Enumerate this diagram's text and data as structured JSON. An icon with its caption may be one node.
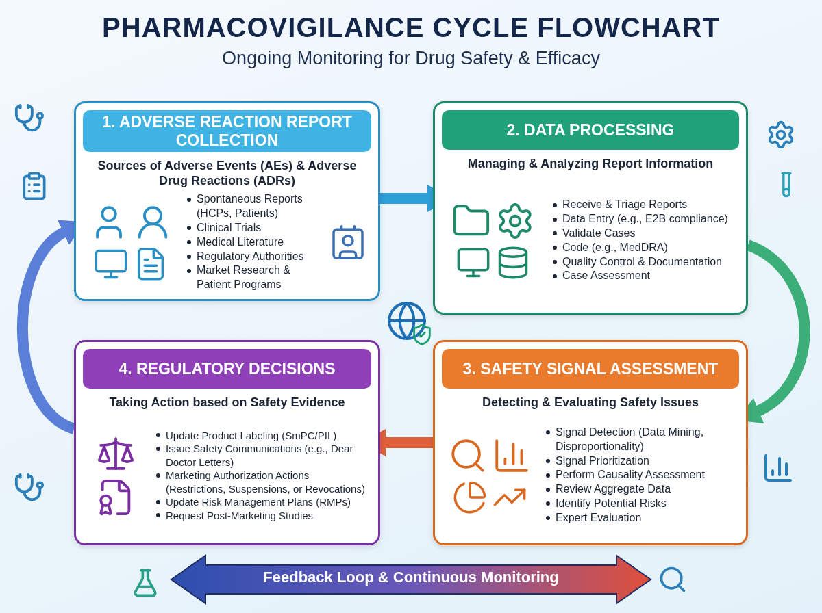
{
  "diagram": {
    "title": "PHARMACOVIGILANCE CYCLE FLOWCHART",
    "caption": "Ongoing Monitoring for Drug Safety & Efficacy",
    "nodes": [
      {
        "text": [
          "1. ADVERSE REACTION REPORT COLLECTION",
          "Sources of Adverse Events (AEs) & Adverse Drug Reactions (ADRs)",
          "Spontaneous Reports (HCPs, Patients)",
          "Clinical Trials",
          "Medical Literature",
          "Regulatory Authorities",
          "Market Research & Patient Programs"
        ]
      },
      {
        "text": [
          "2. DATA PROCESSING",
          "Managing & Analyzing Report Information",
          "Receive & Triage Reports",
          "Data Entry (e.g., E2B compliance)",
          "Validate Cases",
          "Code (e.g., MedDRA)",
          "Quality Control & Documentation",
          "Case Assessment"
        ]
      },
      {
        "text": [
          "3. SAFETY SIGNAL ASSESSMENT",
          "Detecting & Evaluating Safety Issues",
          "Signal Detection (Data Mining, Disproportionality)",
          "Signal Prioritization",
          "Perform Causality Assessment",
          "Review Aggregate Data",
          "Identify Potential Risks",
          "Expert Evaluation"
        ]
      },
      {
        "text": [
          "4. REGULATORY DECISIONS",
          "Taking Action based on Safety Evidence",
          "Update Product Labeling (SmPC/PIL)",
          "Issue Safety Communications (e.g., Dear Doctor Letters)",
          "Marketing Authorization Actions (Restrictions, Suspensions, or Revocations)",
          "Update Risk Management Plans (RMPs)",
          "Request Post-Marketing Studies"
        ]
      }
    ],
    "edges": [
      {
        "from": 0,
        "to": 1,
        "arrow": "to",
        "color": "#2f9fd8"
      },
      {
        "from": 1,
        "to": 2,
        "arrow": "to",
        "color": "#3cae78"
      },
      {
        "from": 2,
        "to": 3,
        "arrow": "to",
        "color": "#e0603a"
      },
      {
        "from": 3,
        "to": 0,
        "arrow": "to",
        "color": "#5a7fd8"
      }
    ],
    "labels": [
      "Feedback Loop & Continuous Monitoring"
    ]
  }
}
